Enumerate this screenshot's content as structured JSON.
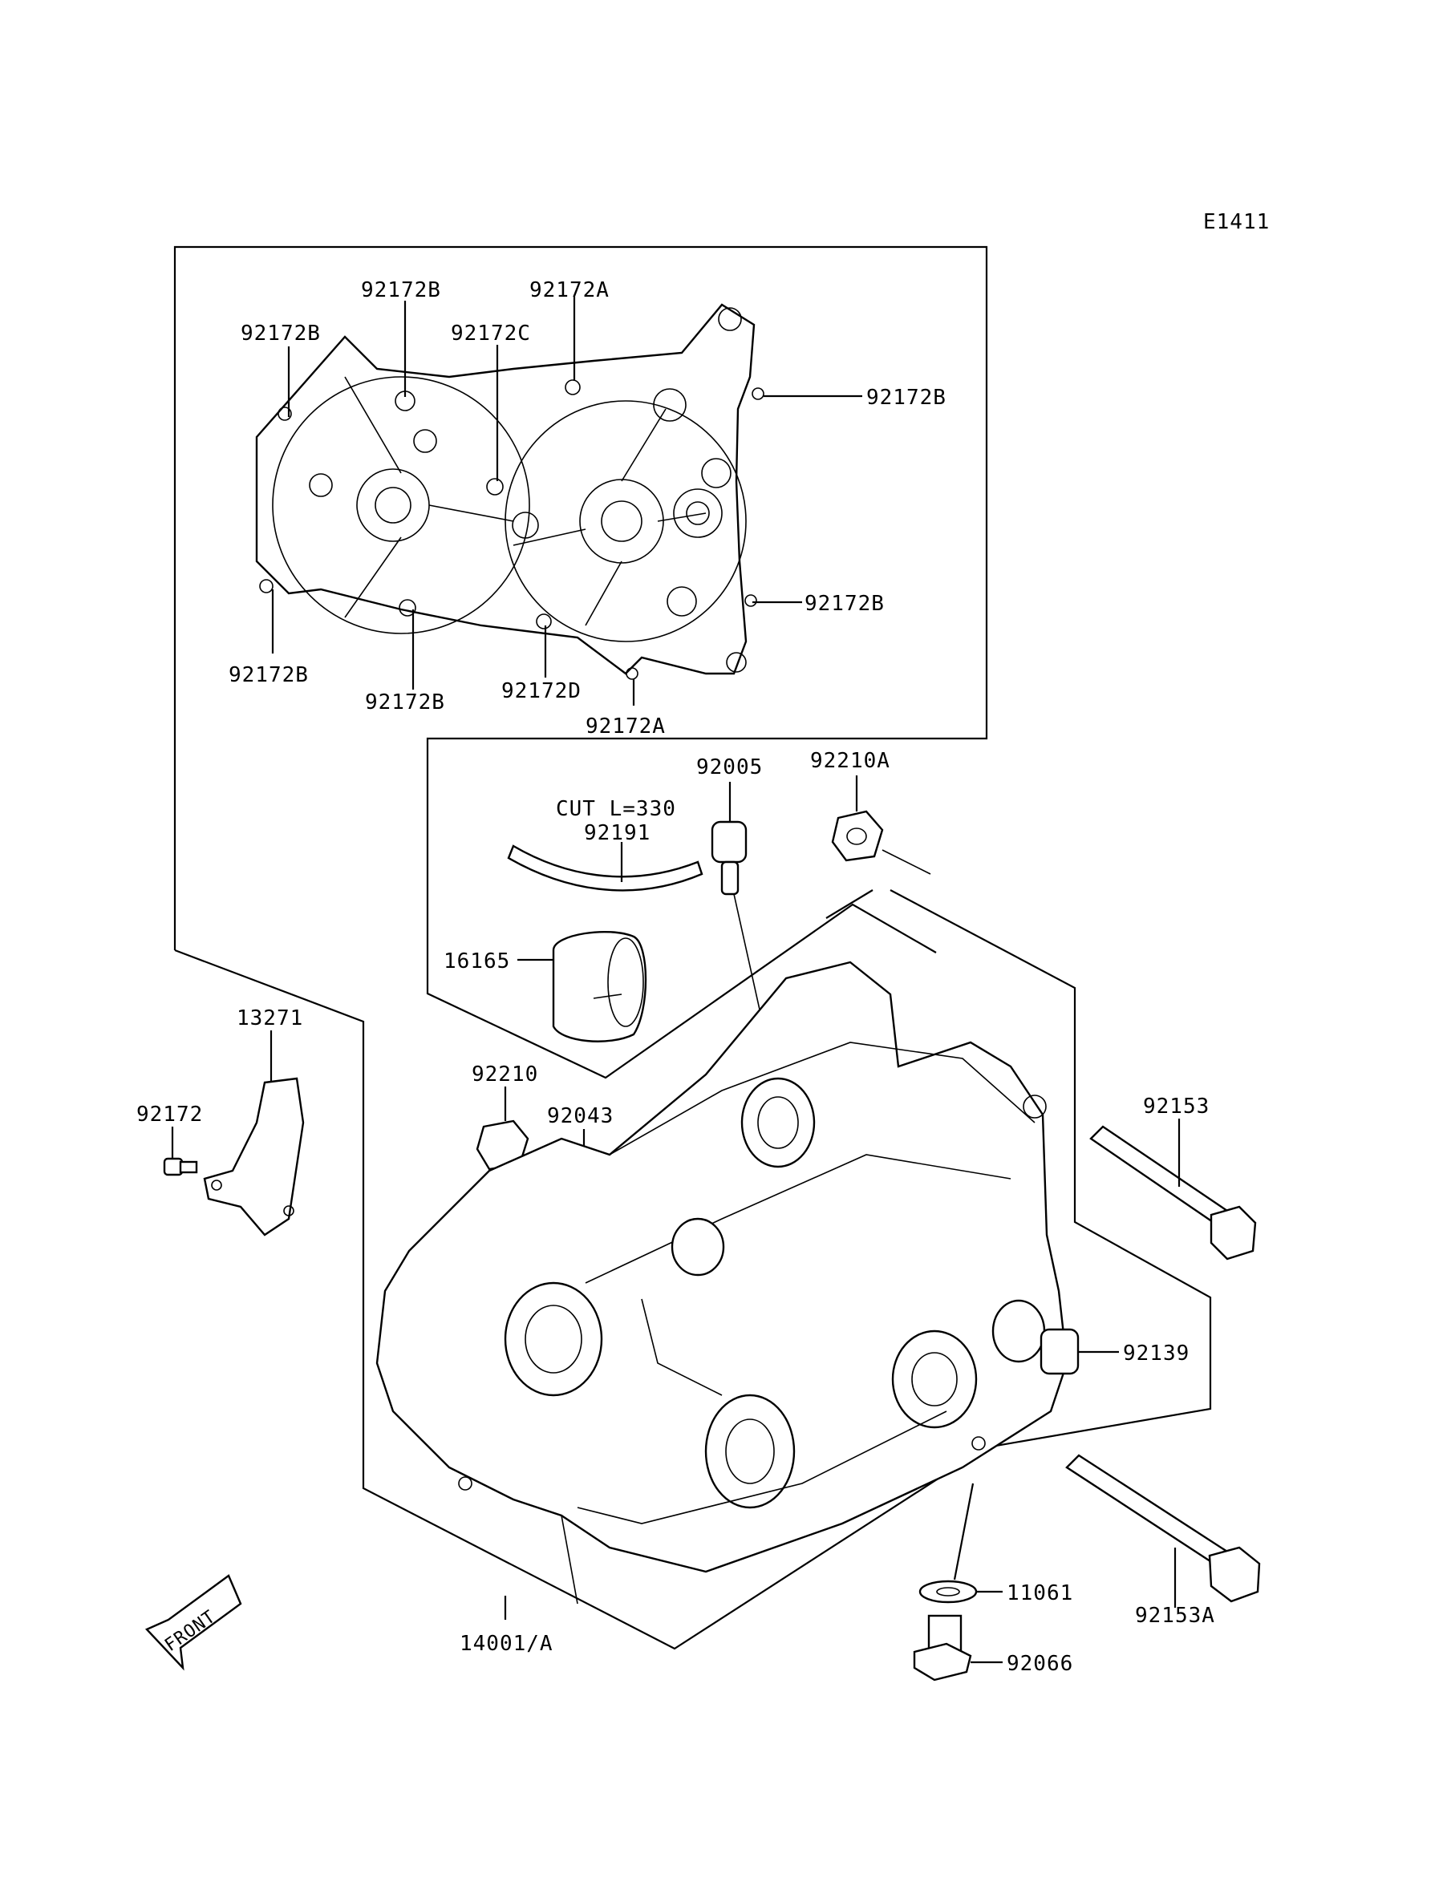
{
  "diagram": {
    "code": "E1411",
    "front_label": "FRONT",
    "gasket_labels": {
      "top_left_b": "92172B",
      "top_b": "92172B",
      "top_a": "92172A",
      "top_c": "92172C",
      "right_upper_b": "92172B",
      "right_lower_b": "92172B",
      "left_lower_b": "92172B",
      "bottom_b": "92172B",
      "bottom_d": "92172D",
      "bottom_a": "92172A"
    },
    "parts": {
      "p92005": "92005",
      "p92210a": "92210A",
      "cut_note": "CUT L=330",
      "p92191": "92191",
      "p16165": "16165",
      "p13271": "13271",
      "p92172": "92172",
      "p92210": "92210",
      "p92043": "92043",
      "p92153": "92153",
      "p92139": "92139",
      "p11061": "11061",
      "p92153a": "92153A",
      "p14001a": "14001/A",
      "p92066": "92066"
    }
  }
}
